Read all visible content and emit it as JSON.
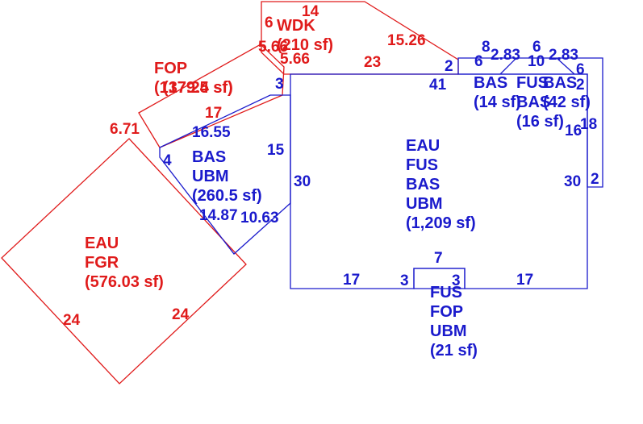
{
  "colors": {
    "blue": "#1a1acc",
    "red": "#e01b1b"
  },
  "areas": {
    "main": {
      "lines": [
        "EAU",
        "FUS",
        "BAS",
        "UBM",
        "(1,209 sf)"
      ]
    },
    "bas_ubm": {
      "lines": [
        "BAS",
        "UBM",
        "(260.5 sf)"
      ]
    },
    "garage": {
      "lines": [
        "EAU",
        "FGR",
        "(576.03 sf)"
      ]
    },
    "wdk": {
      "lines": [
        "WDK",
        "(210 sf)"
      ]
    },
    "fop": {
      "lines": [
        "FOP",
        "(137.24 sf)"
      ]
    },
    "fop_overlap": {
      "lines": [
        "(179.5 sf)"
      ]
    },
    "fus_fop_ubm": {
      "lines": [
        "FUS",
        "FOP",
        "UBM",
        "(21 sf)"
      ]
    },
    "bas_small_1": {
      "lines": [
        "BAS",
        "(14 sf)"
      ]
    },
    "fus_bas": {
      "lines": [
        "FUS",
        "BAS",
        "(16 sf)"
      ]
    },
    "bas_small_2": {
      "lines": [
        "BAS",
        "(42 sf)"
      ]
    }
  },
  "dimensions": {
    "main_left": "30",
    "main_right": "30",
    "main_top": "41",
    "main_bottom_left": "17",
    "main_bottom_right": "17",
    "bump_top": "7",
    "bump_left": "3",
    "bump_right": "3",
    "bas_top": "16.55",
    "bas_left": "4",
    "bas_right": "15",
    "bas_diag": "14.87",
    "bas_bottom": "10.63",
    "bas_notch": "3",
    "garage_top": "6.71",
    "garage_left": "24",
    "garage_right": "24",
    "fop_top": "5.66",
    "fop_side": "17",
    "wdk_top": "14",
    "wdk_left": "6",
    "wdk_inner": "5.66",
    "wdk_diag": "15.26",
    "wdk_bottom": "23",
    "wdk_notch": "2",
    "ne_6a": "6",
    "ne_8": "8",
    "ne_283a": "2.83",
    "ne_6b": "6",
    "ne_10": "10",
    "ne_283b": "2.83",
    "ne_6c": "6",
    "ne_2a": "2",
    "ne_18": "18",
    "ne_16": "16",
    "ne_2b": "2"
  }
}
